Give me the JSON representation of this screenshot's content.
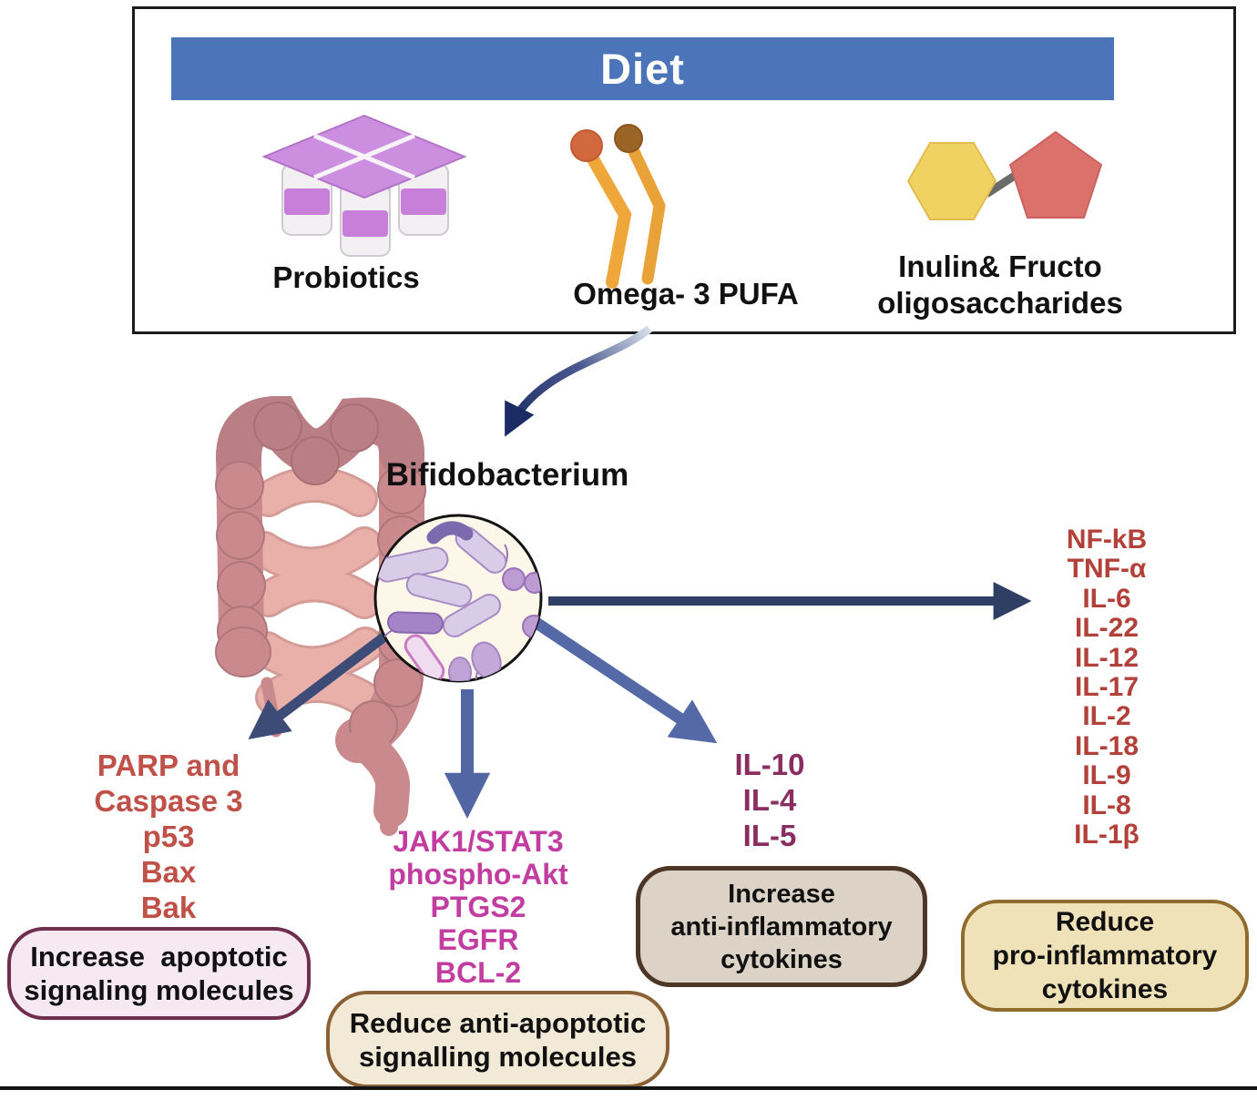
{
  "diet": {
    "title": "Diet",
    "items": [
      {
        "label": "Probiotics"
      },
      {
        "label": "Omega- 3 PUFA"
      },
      {
        "label_line1": "Inulin& Fructo",
        "label_line2": "oligosaccharides"
      }
    ]
  },
  "microbiome": {
    "bacterium": "Bifidobacterium"
  },
  "outcomes": {
    "apoptotic": {
      "molecules": [
        "PARP and",
        "Caspase 3",
        "p53",
        "Bax",
        "Bak"
      ],
      "box_lines": [
        "Increase  apoptotic",
        "signaling molecules"
      ]
    },
    "anti_apoptotic": {
      "molecules": [
        "JAK1/STAT3",
        "phospho-Akt",
        "PTGS2",
        "EGFR",
        "BCL-2"
      ],
      "box_lines": [
        "Reduce anti-apoptotic",
        "signalling molecules"
      ]
    },
    "anti_inflammatory": {
      "molecules": [
        "IL-10",
        "IL-4",
        "IL-5"
      ],
      "box_lines": [
        "Increase",
        "anti-inflammatory",
        "cytokines"
      ]
    },
    "pro_inflammatory": {
      "molecules": [
        "NF-kB",
        "TNF-α",
        "IL-6",
        "IL-22",
        "IL-12",
        "IL-17",
        "IL-2",
        "IL-18",
        "IL-9",
        "IL-8",
        "IL-1β"
      ],
      "box_lines": [
        "Reduce",
        "pro-inflammatory",
        "cytokines"
      ]
    }
  },
  "colors": {
    "banner_blue": "#4B74B9",
    "pro_inflammatory_text": "#B2413A",
    "apoptotic_text": "#BF5149",
    "anti_apoptotic_text": "#C23DA0",
    "anti_inflammatory_text": "#8A2E62",
    "arrow_navy": "#2F3E63",
    "arrow_slate": "#3D4C77",
    "arrow_blue": "#5266A3",
    "pink_box_fill": "#F7E9F1",
    "pink_box_border": "#6E2E4D",
    "tan_box_fill": "#F3E9D7",
    "tan_box_border": "#8A6135",
    "taupe_box_fill": "#DCD2C6",
    "taupe_box_border": "#4C3626",
    "yellow_box_fill": "#F0E2B8",
    "yellow_box_border": "#8F6B2D"
  }
}
